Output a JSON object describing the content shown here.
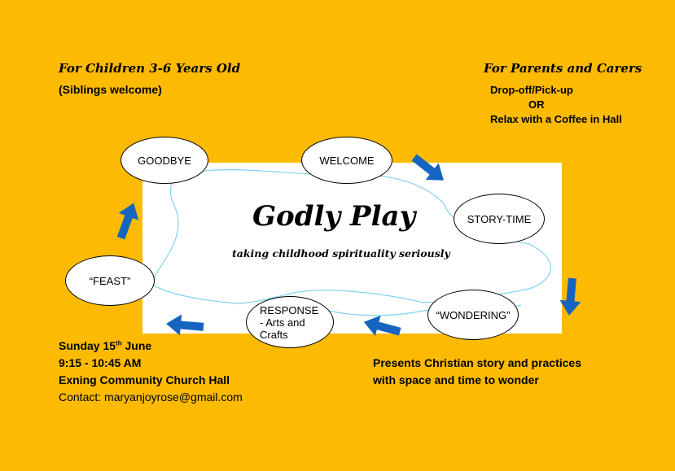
{
  "left_header": {
    "title": "For Children 3-6 Years Old",
    "subtitle": "(Siblings welcome)"
  },
  "right_header": {
    "title": "For Parents and Carers",
    "line1": "Drop-off/Pick-up",
    "line2": "OR",
    "line3": "Relax with a Coffee in Hall"
  },
  "center": {
    "title": "Godly Play",
    "tagline": "taking childhood spirituality seriously"
  },
  "cycle": {
    "goodbye": "GOODBYE",
    "welcome": "WELCOME",
    "story_time": "STORY-TIME",
    "wondering": "“WONDERING”",
    "response_l1": "RESPONSE",
    "response_l2": "- Arts and",
    "response_l3": "Crafts",
    "feast": "“FEAST”"
  },
  "event": {
    "date_prefix": "Sunday 15",
    "date_sup": "th",
    "date_suffix": " June",
    "time": "9:15 - 10:45 AM",
    "venue": "Exning Community Church Hall",
    "contact": "Contact: maryanjoyrose@gmail.com"
  },
  "description": {
    "line1": "Presents Christian story and practices",
    "line2": "with space and time to wonder"
  },
  "colors": {
    "background": "#FCBA03",
    "arrow": "#1565C0",
    "flow_line": "#7FD3F0"
  }
}
